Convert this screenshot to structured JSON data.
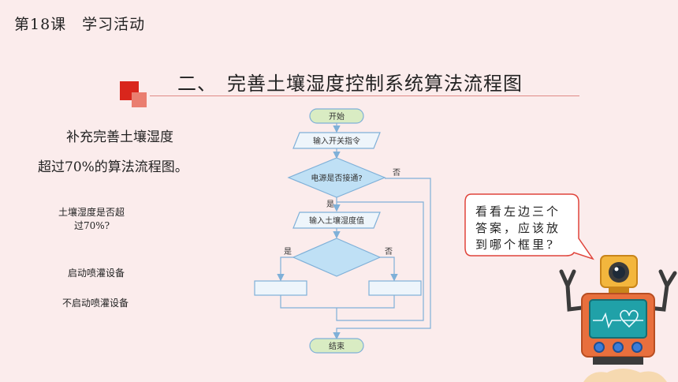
{
  "lesson_title": "第18课　学习活动",
  "section_heading": "二、　完善土壤湿度控制系统算法流程图",
  "instruction": {
    "line1": "补充完善土壤湿度",
    "line2": "超过70%的算法流程图。"
  },
  "options": {
    "humidity_check_line1": "土壤湿度是否超",
    "humidity_check_line2": "过70%?",
    "start_irrigation": "启动喷灌设备",
    "no_irrigation": "不启动喷灌设备"
  },
  "flowchart": {
    "start": "开始",
    "input_switch": "输入开关指令",
    "power_check": "电源是否接通?",
    "no_label_power": "否",
    "yes_label_power": "是",
    "input_humidity": "输入土壤湿度值",
    "yes_label_decision": "是",
    "no_label_decision": "否",
    "end": "结束"
  },
  "speech_bubble": {
    "line1": "看看左边三个",
    "line2": "答案，应该放",
    "line3": "到哪个框里?"
  },
  "colors": {
    "background": "#fbecec",
    "accent_red": "#d9261c",
    "accent_pink": "#ea7e70",
    "flow_line": "#7fb0d8",
    "flow_fill": "#eef5fb",
    "terminal_fill": "#d9ecc3",
    "decision_fill": "#bfe0f5"
  }
}
